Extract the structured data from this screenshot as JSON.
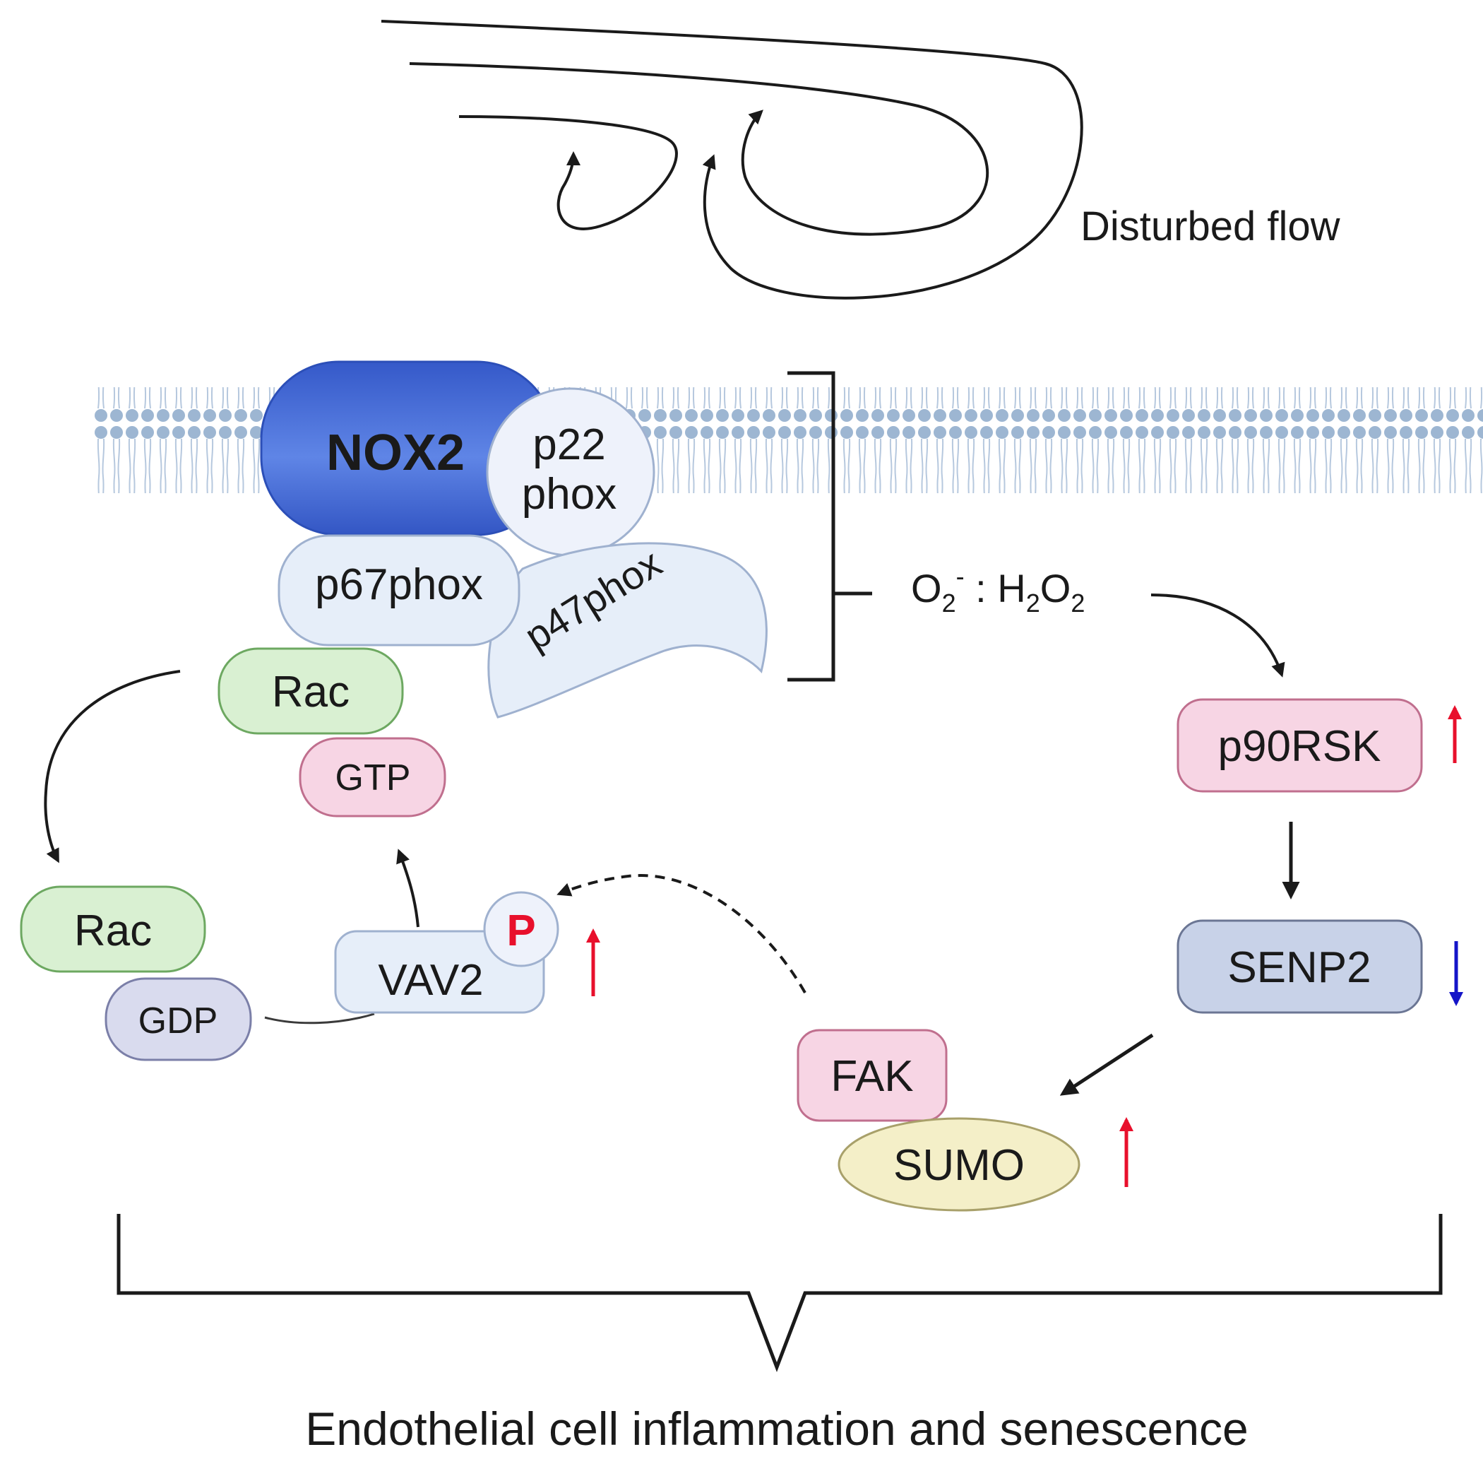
{
  "flow": {
    "label": "Disturbed flow"
  },
  "complex": {
    "nox2": "NOX2",
    "p22_line1": "p22",
    "p22_line2": "phox",
    "p67": "p67phox",
    "p47": "p47phox"
  },
  "ros": {
    "o2": "O",
    "o2_sub": "2",
    "o2_sup": "-",
    "sep": " : H",
    "h2_sub": "2",
    "o_mid": "O",
    "o_sub": "2"
  },
  "nodes": {
    "rac_active": "Rac",
    "gtp": "GTP",
    "rac_inactive": "Rac",
    "gdp": "GDP",
    "vav2": "VAV2",
    "phospho": "P",
    "p90rsk": "p90RSK",
    "senp2": "SENP2",
    "fak": "FAK",
    "sumo": "SUMO"
  },
  "outcome": {
    "label": "Endothelial cell inflammation and senescence"
  },
  "colors": {
    "up_arrow": "#e8102c",
    "down_arrow": "#1515c8",
    "membrane": "#9db6d2",
    "nox2_blue": "#3d68d6",
    "green_fill": "#d9f0d2",
    "green_stroke": "#6da861",
    "pink_fill": "#f7d5e4",
    "pink_stroke": "#c06f8e",
    "lavender_fill": "#d9dbee",
    "lavender_stroke": "#7b7fa8",
    "slate_fill": "#c8d2e8",
    "slate_stroke": "#6b7694",
    "yellow_fill": "#f4efc8",
    "yellow_stroke": "#a8a06a",
    "light_blue_fill": "#e6eef9",
    "light_blue_stroke": "#9fb1cf"
  }
}
